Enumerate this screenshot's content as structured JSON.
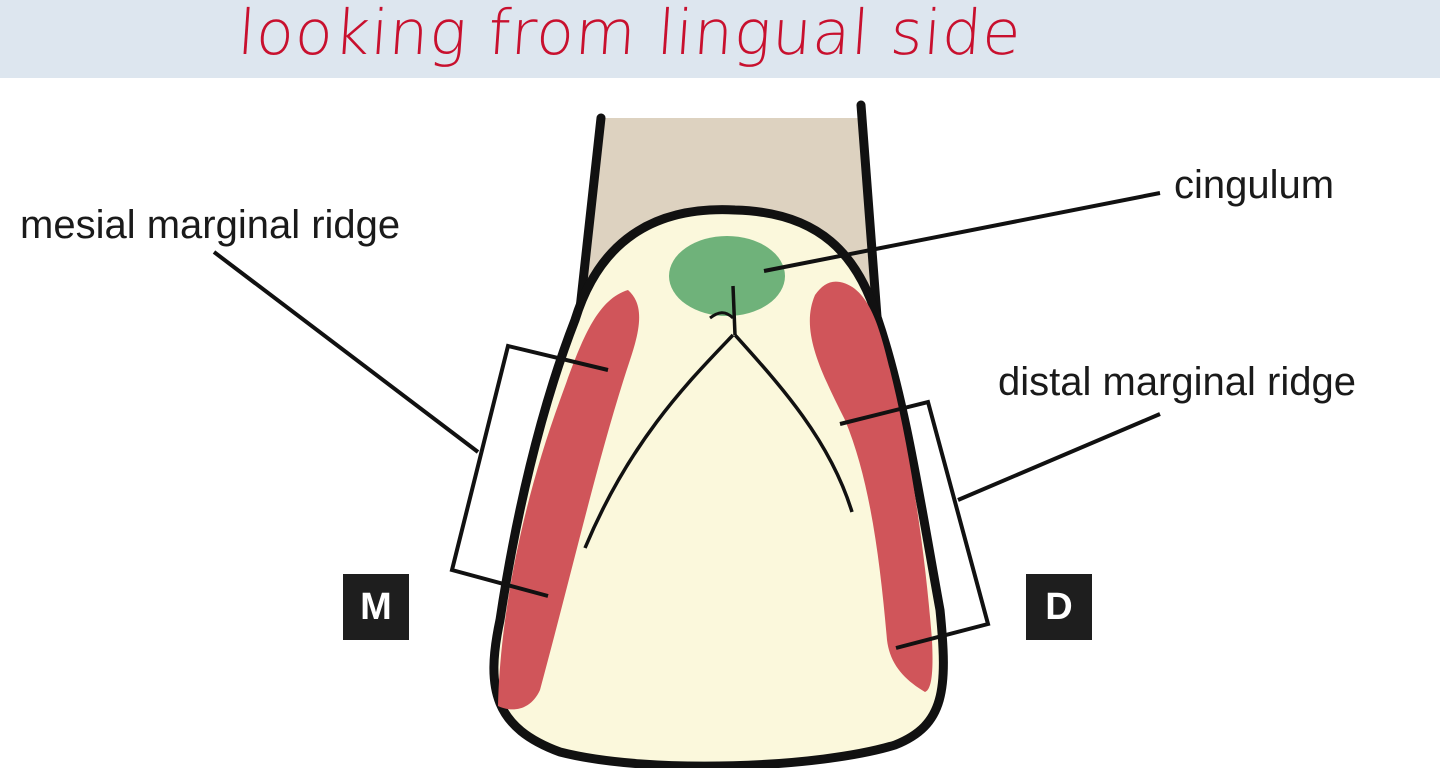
{
  "header": {
    "note": "looking from lingual side",
    "note_color": "#c8102e",
    "band_color": "#dde6ef"
  },
  "labels": {
    "mesial": "mesial marginal ridge",
    "distal": "distal marginal ridge",
    "cingulum": "cingulum"
  },
  "side_markers": {
    "mesial": "M",
    "distal": "D"
  },
  "colors": {
    "crown_fill": "#fbf8dc",
    "root_fill": "#ddd2c0",
    "ridge_fill": "#d0555a",
    "cingulum_fill": "#6fb27a",
    "outline": "#111111"
  }
}
